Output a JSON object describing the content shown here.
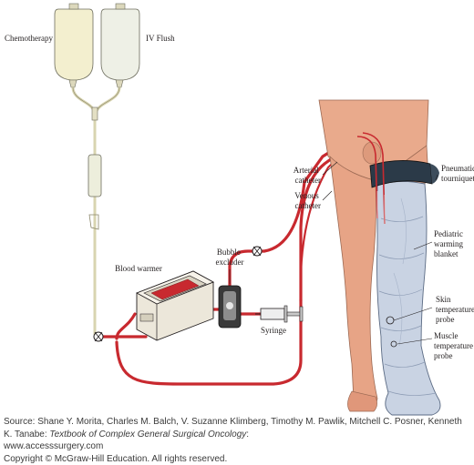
{
  "labels": {
    "chemotherapy": "Chemotherapy",
    "iv_flush": "IV Flush",
    "arterial_catheter": [
      "Arterial",
      "catheter"
    ],
    "venous_catheter": [
      "Venous",
      "catheter"
    ],
    "pneumatic_tourniquet": [
      "Pneumatic",
      "tourniquet"
    ],
    "pediatric_warming_blanket": [
      "Pediatric",
      "warming",
      "blanket"
    ],
    "bubble_excluder": [
      "Bubble",
      "excluder"
    ],
    "blood_warmer": "Blood warmer",
    "syringe": "Syringe",
    "skin_temperature_probe": [
      "Skin",
      "temperature",
      "probe"
    ],
    "muscle_temperature_probe": [
      "Muscle",
      "temperature",
      "probe"
    ]
  },
  "caption": {
    "source_prefix": "Source: Shane Y. Morita, Charles M. Balch, V. Suzanne Klimberg, Timothy M. Pawlik, Mitchell C. Posner, Kenneth K. Tanabe: ",
    "book_title": "Textbook of Complex General Surgical Oncology",
    "source_suffix": ":",
    "website": "www.accesssurgery.com",
    "copyright": "Copyright © McGraw-Hill Education. All rights reserved."
  },
  "colors": {
    "tubing": "#c8292f",
    "skin": "#e7a486",
    "bag": "#f1f2dc",
    "blanket": "#c9d3e3",
    "tourniquet": "#2b3a48",
    "device": "#e9e4d8",
    "line": "#231f20"
  }
}
